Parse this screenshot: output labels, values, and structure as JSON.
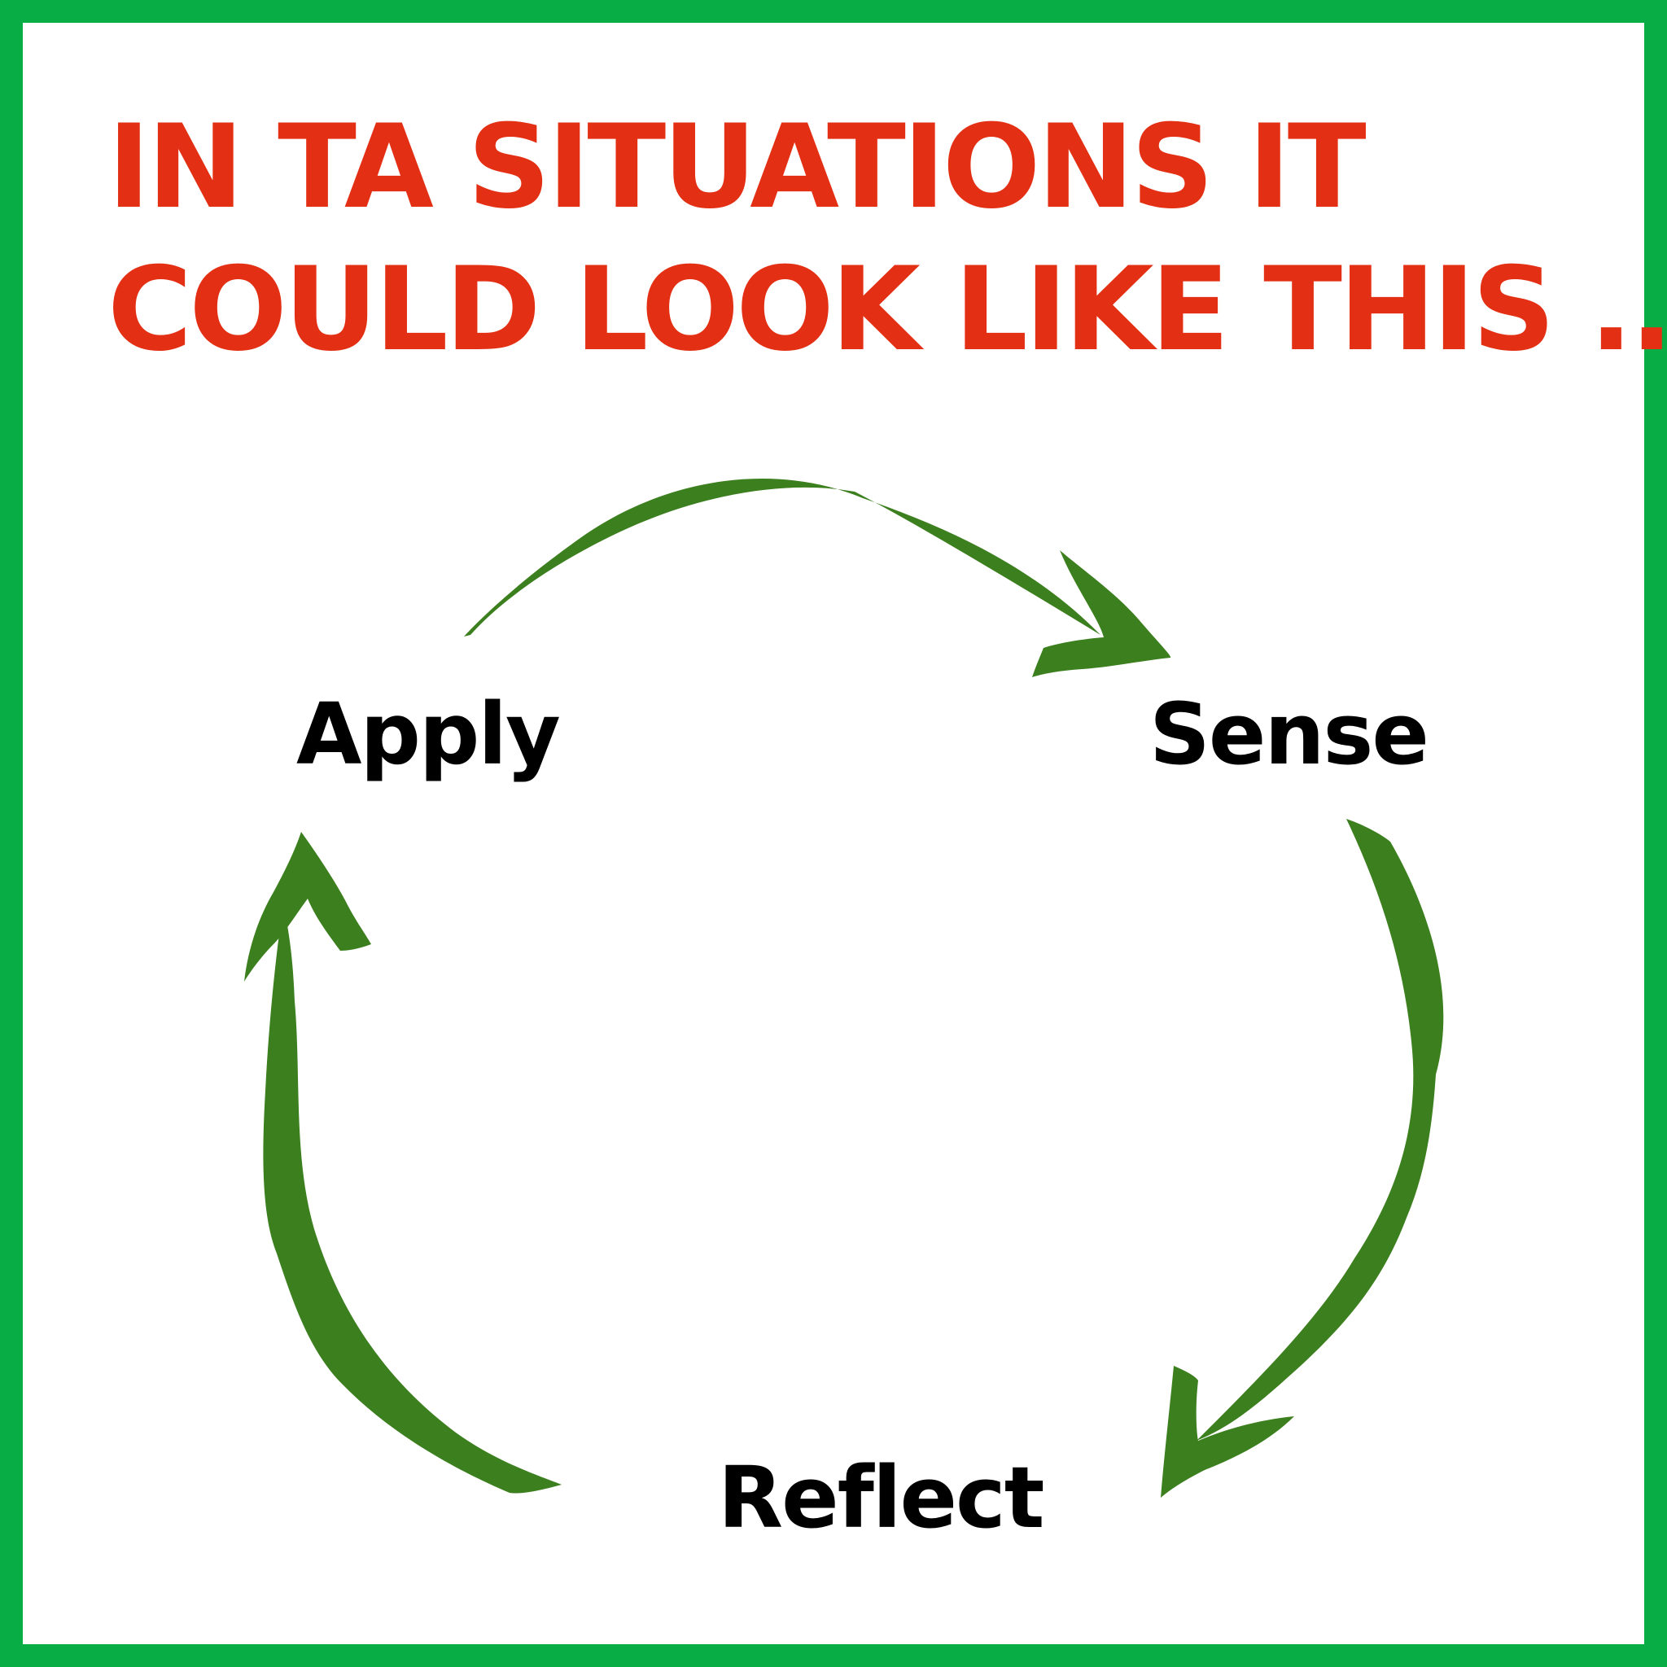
{
  "heading": {
    "line1": "IN TA SITUATIONS IT",
    "line2": "COULD LOOK LIKE THIS ..."
  },
  "cycle": {
    "nodes": [
      {
        "id": "apply",
        "label": "Apply"
      },
      {
        "id": "sense",
        "label": "Sense"
      },
      {
        "id": "reflect",
        "label": "Reflect"
      }
    ],
    "arrows": [
      {
        "from": "apply",
        "to": "sense"
      },
      {
        "from": "sense",
        "to": "reflect"
      },
      {
        "from": "reflect",
        "to": "apply"
      }
    ]
  },
  "colors": {
    "border": "#08ad45",
    "heading": "#e33015",
    "arrow": "#3c7f1e",
    "label": "#000000"
  }
}
